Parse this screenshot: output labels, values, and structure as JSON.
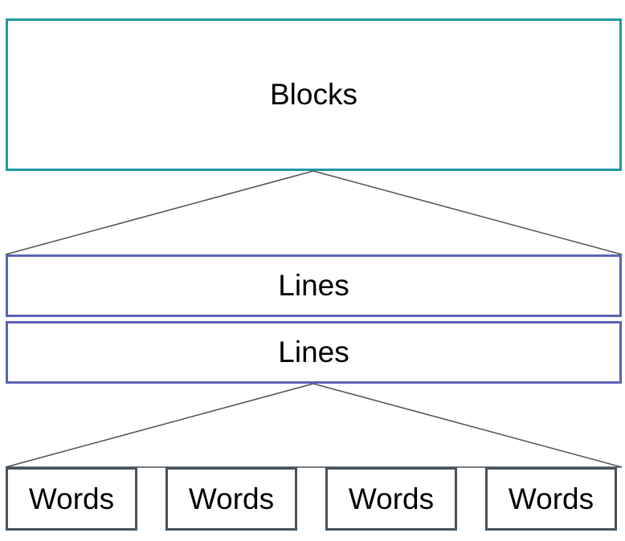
{
  "diagram": {
    "blocks_label": "Blocks",
    "lines": [
      {
        "label": "Lines"
      },
      {
        "label": "Lines"
      }
    ],
    "words": [
      {
        "label": "Words"
      },
      {
        "label": "Words"
      },
      {
        "label": "Words"
      },
      {
        "label": "Words"
      }
    ],
    "colors": {
      "blocks_border": "#1f9aa3",
      "lines_border": "#5b63b6",
      "words_border": "#45535c",
      "connector": "#505050"
    }
  }
}
